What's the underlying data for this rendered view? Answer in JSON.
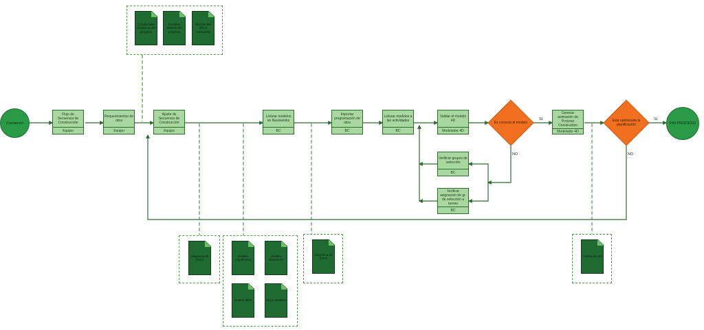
{
  "start": "Comienzo",
  "end": "FIN PROCESO",
  "processes": [
    {
      "id": "flujo",
      "label": "Flujo de Secuencia de Construcción",
      "role": "Equipo"
    },
    {
      "id": "req",
      "label": "Requerimientos de obra",
      "role": "Equipo"
    },
    {
      "id": "ajuste",
      "label": "Ajuste de Secuencia de Construcción",
      "role": "Equipo"
    },
    {
      "id": "navis",
      "label": "Linkear modelos en Navisworks",
      "role": "BC"
    },
    {
      "id": "importar",
      "label": "Importar programación de obra",
      "role": "BC"
    },
    {
      "id": "linkact",
      "label": "Linkear modelos a las actividades",
      "role": "BC"
    },
    {
      "id": "validar",
      "label": "Validar el modelo 4D",
      "role": "Modelador 4D"
    },
    {
      "id": "generar",
      "label": "Generar animación de Proceso Constructivo",
      "role": "Modelador 4D"
    },
    {
      "id": "vergrupos",
      "label": "Verificar grupos de selección",
      "role": "BC"
    },
    {
      "id": "verasig",
      "label": "Verificar asignación de gr. de selección a tareas",
      "role": "BC"
    }
  ],
  "decisions": [
    {
      "label": "Es correcto el modelo",
      "yes": "SI",
      "no": "NO"
    },
    {
      "label": "Está optimizada la planificación",
      "yes": "SI",
      "no": "NO"
    }
  ],
  "documents": {
    "top": [
      "Condiciones climáticas del proyecto",
      "Posibles atrasos del proyecto",
      "Épocas del año a considerar"
    ],
    "gantt1": "Diagrama de Gantt",
    "models": [
      "Modelo Arquitectura",
      "Modelo Estructura",
      "Modelo MEP",
      "Otros Modelos"
    ],
    "gantt2": "Diagrama de Gantt",
    "anim": "Animación 4D"
  },
  "colors": {
    "process": "#a8d8a0",
    "decision": "#f07020",
    "terminal": "#2a9a46",
    "document": "#206b32",
    "line": "#2e6b2e"
  }
}
